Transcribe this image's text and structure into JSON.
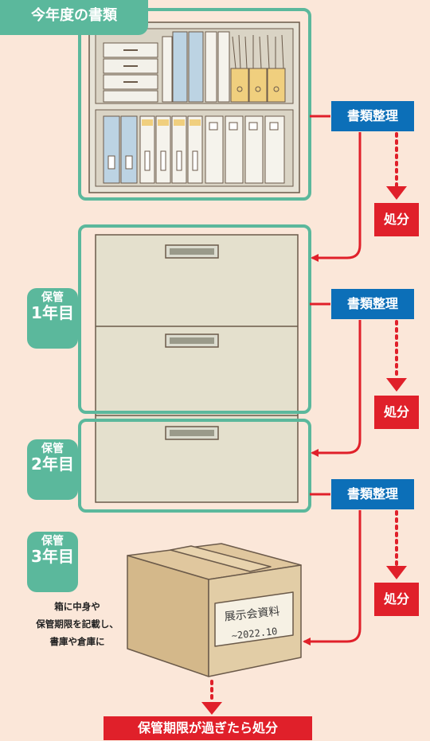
{
  "labels": {
    "this_year": "今年度の書類",
    "storage_1": {
      "top": "保管",
      "bottom": "1年目"
    },
    "storage_2": {
      "top": "保管",
      "bottom": "2年目"
    },
    "storage_3": {
      "top": "保管",
      "bottom": "3年目"
    }
  },
  "steps": [
    {
      "organize": "書類整理",
      "dispose": "処分"
    },
    {
      "organize": "書類整理",
      "dispose": "処分"
    },
    {
      "organize": "書類整理",
      "dispose": "処分"
    }
  ],
  "box_note": [
    "箱に中身や",
    "保管期限を記載し、",
    "書庫や倉庫に"
  ],
  "box_label": {
    "line1": "展示会資料",
    "line2": "~2022.10"
  },
  "final_step": "保管期限が過ぎたら処分",
  "colors": {
    "background": "#fbe7d9",
    "teal": "#5bb89c",
    "blue": "#0c6fb8",
    "red": "#e0202a"
  }
}
